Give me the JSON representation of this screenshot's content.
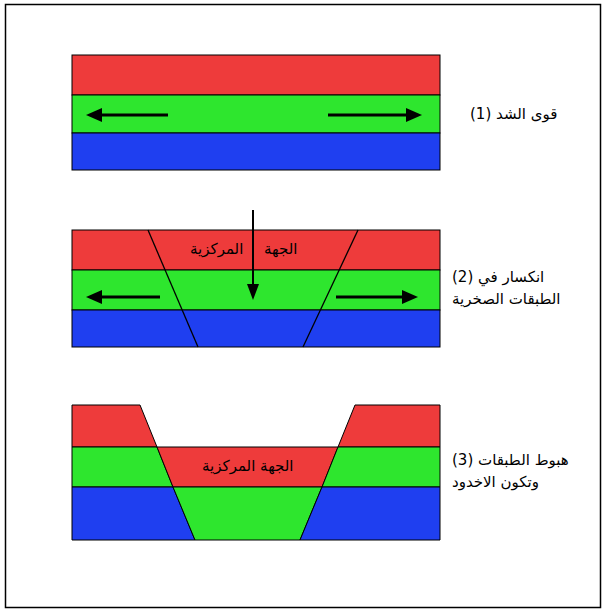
{
  "diagram": {
    "labels": [
      "(1) قوى الشد",
      "الجهة",
      "المركزية",
      "(2) انكسار في الطبقات الصخرية",
      "الجهة المركزية",
      "(3) هبوط الطبقات وتكون الاخدود"
    ]
  }
}
